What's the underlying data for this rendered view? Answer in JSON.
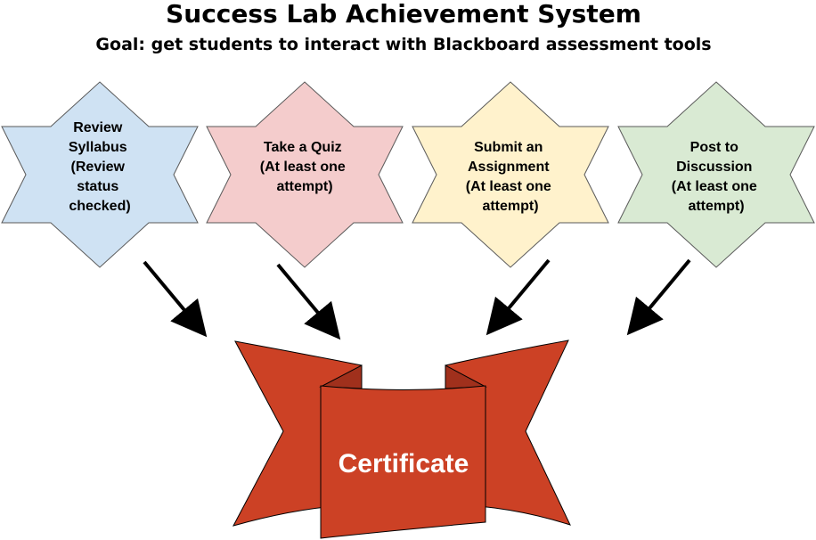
{
  "header": {
    "title": "Success Lab Achievement System",
    "subtitle": "Goal: get students to interact with Blackboard assessment tools"
  },
  "steps": [
    {
      "lines": [
        "Review",
        "Syllabus",
        "(Review",
        "status",
        "checked)"
      ],
      "fill": "#cfe2f3"
    },
    {
      "lines": [
        "Take a Quiz",
        "(At least one",
        "attempt)"
      ],
      "fill": "#f4cccc"
    },
    {
      "lines": [
        "Submit an",
        "Assignment",
        "(At least one",
        "attempt)"
      ],
      "fill": "#fff2cc"
    },
    {
      "lines": [
        "Post to",
        "Discussion",
        "(At least one",
        "attempt)"
      ],
      "fill": "#d9ead3"
    }
  ],
  "certificate": {
    "label": "Certificate",
    "fill": "#cc4125"
  }
}
